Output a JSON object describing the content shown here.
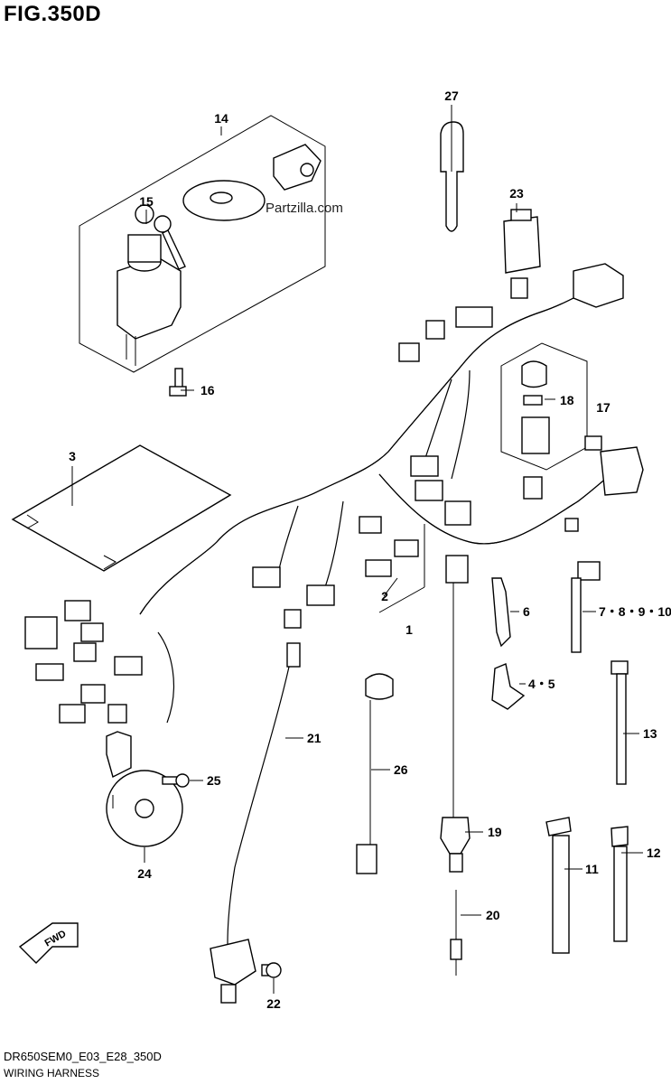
{
  "figure": {
    "title": "FIG.350D",
    "model_code": "DR650SEM0_E03_E28_350D",
    "name": "WIRING HARNESS",
    "watermark": "Partzilla.com",
    "fwd_label": "FWD"
  },
  "callouts": {
    "c1": "1",
    "c2": "2",
    "c3": "3",
    "c45": "4・5",
    "c6": "6",
    "c78910": "7・8・9・10",
    "c11": "11",
    "c12": "12",
    "c13": "13",
    "c14": "14",
    "c15": "15",
    "c16": "16",
    "c17": "17",
    "c18": "18",
    "c19": "19",
    "c20": "20",
    "c21": "21",
    "c22": "22",
    "c23": "23",
    "c24": "24",
    "c25": "25",
    "c26": "26",
    "c27": "27"
  }
}
